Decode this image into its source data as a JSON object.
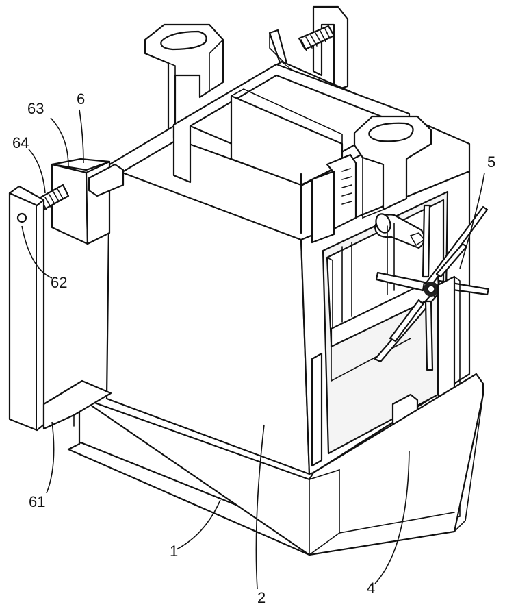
{
  "refs": {
    "r1": "1",
    "r2": "2",
    "r4": "4",
    "r5": "5",
    "r6": "6",
    "r61": "61",
    "r62": "62",
    "r63": "63",
    "r64": "64"
  }
}
